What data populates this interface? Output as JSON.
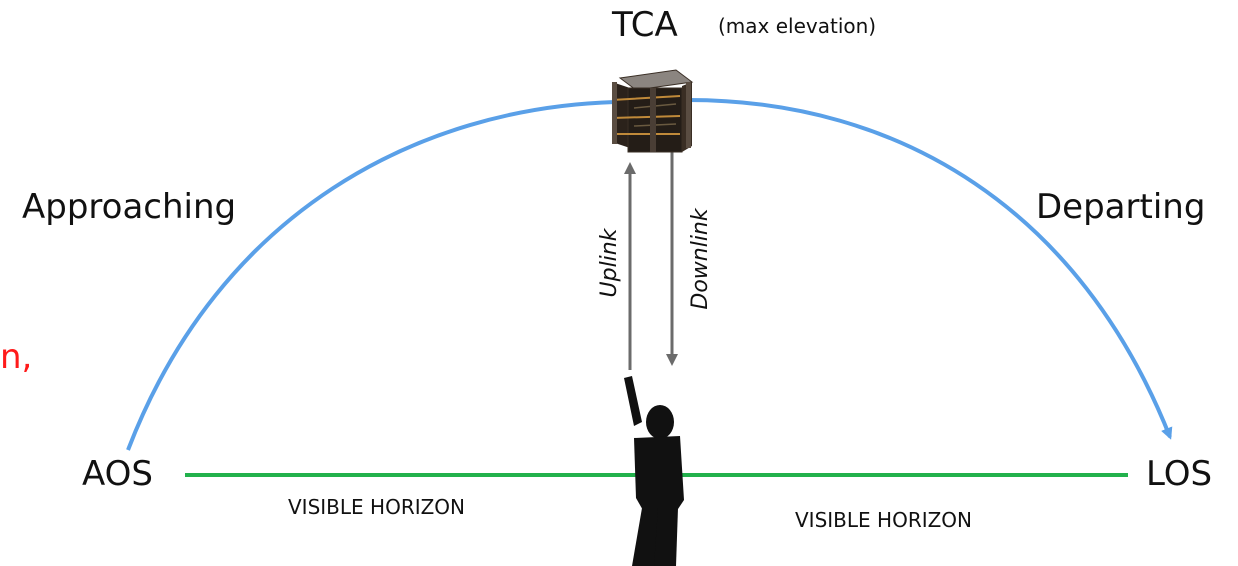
{
  "labels": {
    "tca": "TCA",
    "tca_note": "(max elevation)",
    "approaching": "Approaching",
    "departing": "Departing",
    "aos": "AOS",
    "los": "LOS",
    "uplink": "Uplink",
    "downlink": "Downlink",
    "horizon_left": "VISIBLE HORIZON",
    "horizon_right": "VISIBLE HORIZON",
    "cut_off_text": "n,"
  },
  "colors": {
    "arc": "#5aa0e8",
    "horizon": "#22b14c",
    "link_arrow": "#6b6b6b",
    "cut_off_text": "#ff1a1a"
  },
  "icons": {
    "satellite": "cubesat-icon",
    "observer": "person-pointing-icon"
  }
}
